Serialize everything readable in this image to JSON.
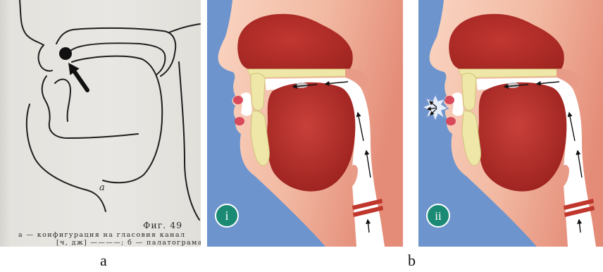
{
  "panel_a": {
    "drawing_letter": "а",
    "figure_number": "Фиг. 49",
    "caption_line_1": "а — конфигурация на гласовия канал",
    "caption_line_2": "[ч, дж] ————; б — палатограма"
  },
  "panel_b_i": {
    "badge": "i"
  },
  "panel_b_ii": {
    "badge": "ii"
  },
  "subfigure_labels": {
    "a": "a",
    "b": "b"
  },
  "colors": {
    "background_blue": "#6d94cd",
    "tissue_dark_red": "#b02a25",
    "skin_pink": "#f4c0a8",
    "teeth_yellow": "#efe7a8",
    "badge_teal": "#1b8a74",
    "scan_paper": "#e6e4df"
  }
}
